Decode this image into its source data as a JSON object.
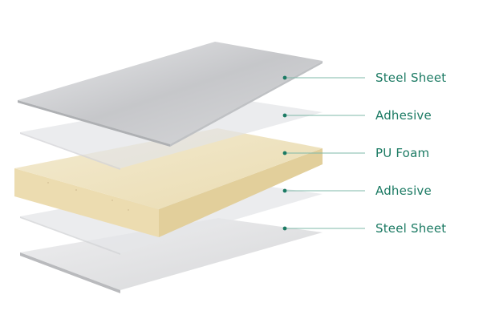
{
  "layers": [
    {
      "id": "top-steel-sheet",
      "label": "Steel Sheet"
    },
    {
      "id": "top-adhesive",
      "label": "Adhesive"
    },
    {
      "id": "pu-foam",
      "label": "PU Foam"
    },
    {
      "id": "bottom-adhesive",
      "label": "Adhesive"
    },
    {
      "id": "bottom-steel-sheet",
      "label": "Steel Sheet"
    }
  ],
  "colors": {
    "label_text": "#1b7a63",
    "leader_line": "#7fb8a8",
    "marker_dot": "#1b7a63",
    "steel": "#c9cacc",
    "adhesive": "#e6e7e9",
    "foam": "#efe3c0"
  }
}
